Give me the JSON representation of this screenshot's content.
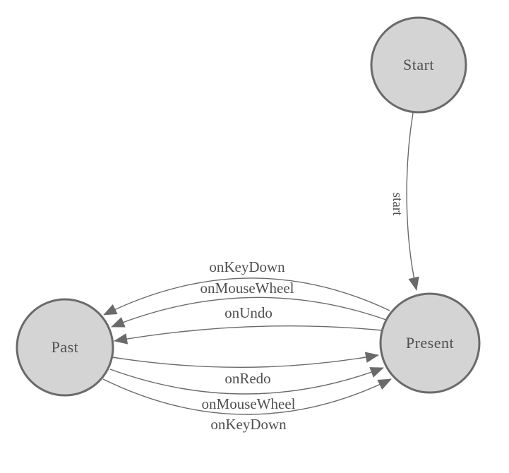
{
  "diagram": {
    "type": "state-machine-diagram",
    "colors": {
      "background": "#ffffff",
      "node_fill": "#d4d4d4",
      "node_stroke": "#6a6a6a",
      "edge_stroke": "#6a6a6a",
      "arrowhead_fill": "#6a6a6a",
      "label_text": "#4f4f4f"
    },
    "nodes": {
      "start": {
        "label": "Start"
      },
      "past": {
        "label": "Past"
      },
      "present": {
        "label": "Present"
      }
    },
    "edges": {
      "start_to_present": {
        "from": "Start",
        "to": "Present",
        "label": "start"
      },
      "present_to_past_keydown": {
        "from": "Present",
        "to": "Past",
        "label": "onKeyDown"
      },
      "present_to_past_mousewheel": {
        "from": "Present",
        "to": "Past",
        "label": "onMouseWheel"
      },
      "present_to_past_undo": {
        "from": "Present",
        "to": "Past",
        "label": "onUndo"
      },
      "past_to_present_redo": {
        "from": "Past",
        "to": "Present",
        "label": "onRedo"
      },
      "past_to_present_mousewheel": {
        "from": "Past",
        "to": "Present",
        "label": "onMouseWheel"
      },
      "past_to_present_keydown": {
        "from": "Past",
        "to": "Present",
        "label": "onKeyDown"
      }
    }
  }
}
